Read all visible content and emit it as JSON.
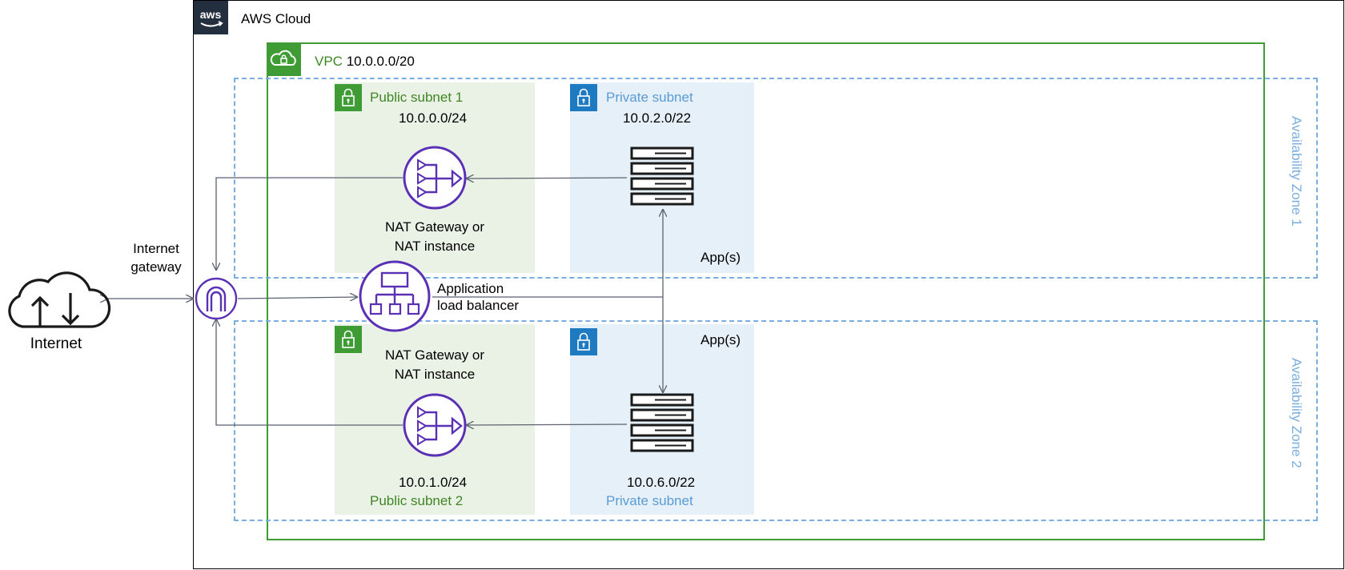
{
  "aws_cloud": {
    "label": "AWS Cloud",
    "logo_text": "aws"
  },
  "vpc": {
    "label": "VPC",
    "cidr": "10.0.0.0/20"
  },
  "zones": {
    "az1": "Availability Zone 1",
    "az2": "Availability Zone 2"
  },
  "subnets": {
    "public1": {
      "name": "Public subnet 1",
      "cidr": "10.0.0.0/24"
    },
    "private1": {
      "name": "Private subnet",
      "cidr": "10.0.2.0/22",
      "apps": "App(s)"
    },
    "public2": {
      "name": "Public subnet 2",
      "cidr": "10.0.1.0/24"
    },
    "private2": {
      "name": "Private subnet",
      "cidr": "10.0.6.0/22",
      "apps": "App(s)"
    }
  },
  "nat": {
    "line1": "NAT Gateway or",
    "line2": "NAT instance"
  },
  "alb": {
    "line1": "Application",
    "line2": "load balancer"
  },
  "igw": {
    "line1": "Internet",
    "line2": "gateway"
  },
  "internet": {
    "label": "Internet"
  },
  "colors": {
    "green": "#3f8624",
    "blue": "#5a9bd5",
    "purple": "#5a30b5",
    "arrow": "#5b6270"
  }
}
